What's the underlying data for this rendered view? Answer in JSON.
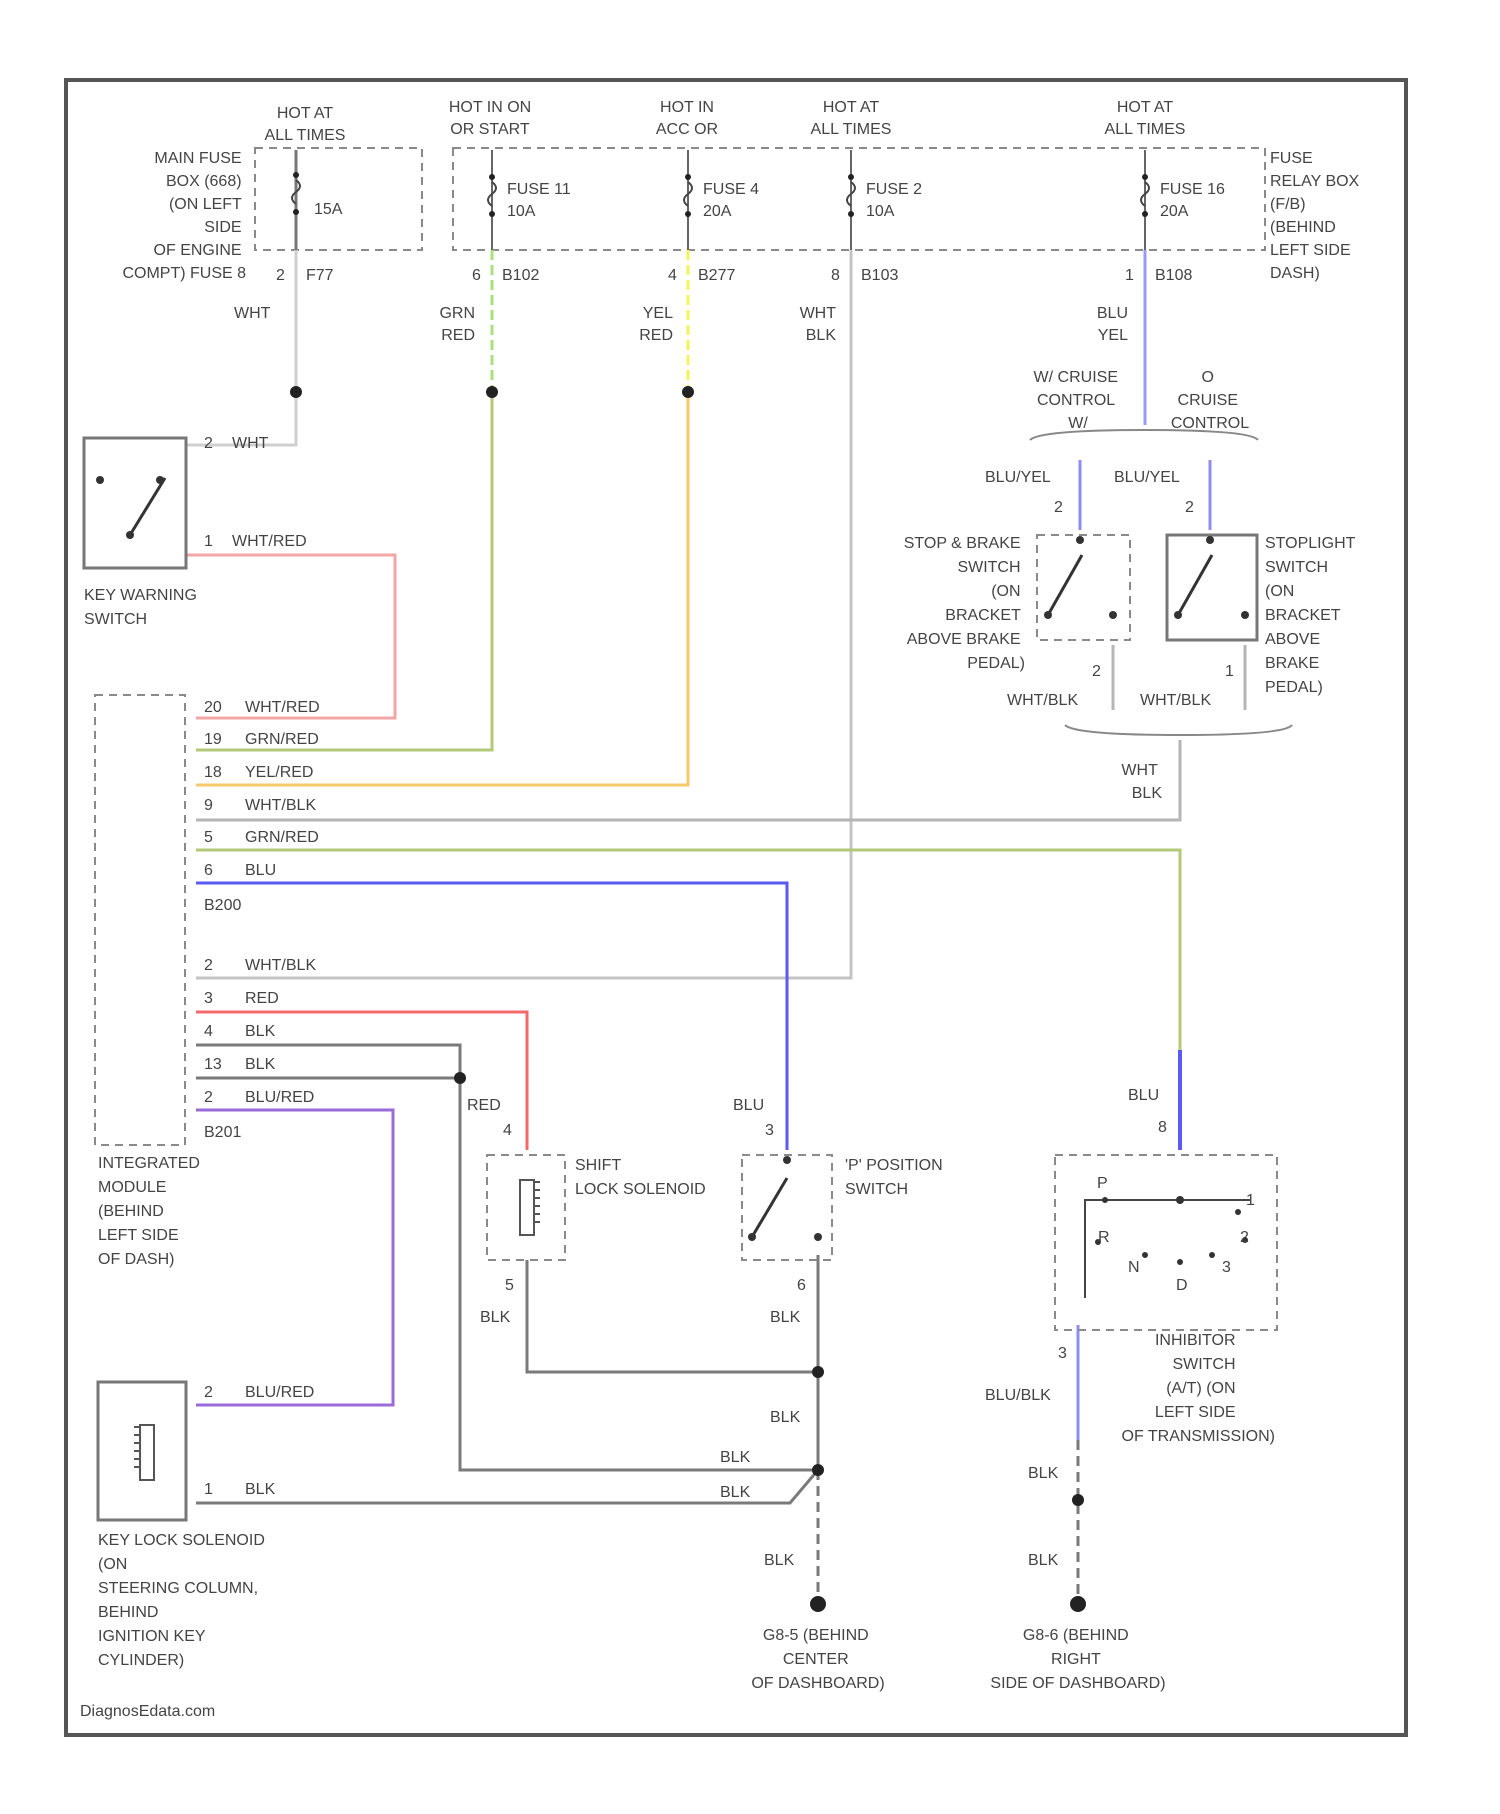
{
  "fuse_box": {
    "sources": [
      {
        "state": [
          "HOT AT",
          "ALL TIMES"
        ]
      },
      {
        "state": [
          "HOT IN ON",
          "OR START"
        ]
      },
      {
        "state": [
          "HOT IN",
          "ACC OR"
        ]
      },
      {
        "state": [
          "HOT AT",
          "ALL TIMES"
        ]
      },
      {
        "state": [
          "HOT AT",
          "ALL TIMES"
        ]
      }
    ],
    "main_fuse_box_label": [
      "MAIN FUSE",
      "BOX (668)",
      "(ON LEFT",
      "SIDE",
      "OF ENGINE",
      "COMPT) FUSE 8"
    ],
    "fuse_relay_box_label": [
      "FUSE",
      "RELAY BOX",
      "(F/B)",
      "(BEHIND",
      "LEFT SIDE",
      "DASH)"
    ],
    "fuses": [
      {
        "name": "",
        "rating": "15A",
        "pin": "2",
        "connector": "F77"
      },
      {
        "name": "FUSE 11",
        "rating": "10A",
        "pin": "6",
        "connector": "B102"
      },
      {
        "name": "FUSE 4",
        "rating": "20A",
        "pin": "4",
        "connector": "B277"
      },
      {
        "name": "FUSE 2",
        "rating": "10A",
        "pin": "8",
        "connector": "B103"
      },
      {
        "name": "FUSE 16",
        "rating": "20A",
        "pin": "1",
        "connector": "B108"
      }
    ]
  },
  "wire_colors": {
    "whitered": "#f4a6a6",
    "grnred": "#b3c977",
    "yelred": "#f7c86a",
    "whtblk": "#b5b5b5",
    "blu": "#5a5af2",
    "red": "#f26a6a",
    "blured": "#9a6ad8",
    "bluyel": "#8d8df0",
    "blk": "#7a7a7a",
    "bluyel_top": "#9a9af5"
  },
  "wires_top": [
    {
      "label": [
        "WHT"
      ]
    },
    {
      "label": [
        "GRN",
        "RED"
      ]
    },
    {
      "label": [
        "YEL",
        "RED"
      ]
    },
    {
      "label": [
        "WHT",
        "BLK"
      ]
    },
    {
      "label": [
        "BLU",
        "YEL"
      ]
    }
  ],
  "cruise": {
    "with_label": [
      "W/ CRUISE",
      "CONTROL",
      "W/"
    ],
    "without_label": [
      "O",
      "CRUISE",
      "CONTROL"
    ],
    "wire_left": "BLU/YEL",
    "wire_right": "BLU/YEL",
    "pin_left": "2",
    "pin_right": "2",
    "stop_brake_switch": [
      "STOP & BRAKE",
      "SWITCH",
      "(ON",
      "BRACKET",
      "ABOVE BRAKE",
      "PEDAL)"
    ],
    "stoplight_switch": [
      "STOPLIGHT",
      "SWITCH",
      "(ON",
      "BRACKET",
      "ABOVE",
      "BRAKE",
      "PEDAL)"
    ],
    "out_pin_left": "2",
    "out_pin_right": "1",
    "out_wire_left": "WHT/BLK",
    "out_wire_right": "WHT/BLK",
    "merge_wire": [
      "WHT",
      "BLK"
    ]
  },
  "key_warning": {
    "label": [
      "KEY WARNING",
      "SWITCH"
    ],
    "pin2": "2",
    "pin2_wire": "WHT",
    "pin1": "1",
    "pin1_wire": "WHT/RED"
  },
  "module": {
    "label": [
      "INTEGRATED",
      "MODULE",
      "(BEHIND",
      "LEFT SIDE",
      "OF DASH)"
    ],
    "connector_top": "B200",
    "connector_bottom": "B201",
    "pins_top": [
      {
        "pin": "20",
        "wire": "WHT/RED"
      },
      {
        "pin": "19",
        "wire": "GRN/RED"
      },
      {
        "pin": "18",
        "wire": "YEL/RED"
      },
      {
        "pin": "9",
        "wire": "WHT/BLK"
      },
      {
        "pin": "5",
        "wire": "GRN/RED"
      },
      {
        "pin": "6",
        "wire": "BLU"
      }
    ],
    "pins_bottom": [
      {
        "pin": "2",
        "wire": "WHT/BLK"
      },
      {
        "pin": "3",
        "wire": "RED"
      },
      {
        "pin": "4",
        "wire": "BLK"
      },
      {
        "pin": "13",
        "wire": "BLK"
      },
      {
        "pin": "2",
        "wire": "BLU/RED"
      }
    ]
  },
  "shift_lock": {
    "label": [
      "SHIFT",
      "LOCK SOLENOID"
    ],
    "in_wire": "RED",
    "in_pin": "4",
    "out_pin": "5",
    "out_wire": "BLK"
  },
  "p_switch": {
    "label": [
      "'P' POSITION",
      "SWITCH"
    ],
    "in_wire": "BLU",
    "in_pin": "3",
    "out_pin": "6",
    "out_wire": "BLK"
  },
  "inhibitor": {
    "label": [
      "INHIBITOR",
      "SWITCH",
      "(A/T) (ON",
      "LEFT SIDE",
      "OF TRANSMISSION)"
    ],
    "in_wire": "BLU",
    "in_pin": "8",
    "out_pin": "3",
    "out_wire": "BLU/BLK",
    "positions": [
      "P",
      "R",
      "N",
      "D",
      "3",
      "2",
      "1"
    ],
    "ground_wire_1": "BLK",
    "ground_wire_2": "BLK"
  },
  "key_lock": {
    "label": [
      "KEY LOCK SOLENOID",
      "(ON",
      "STEERING COLUMN,",
      "BEHIND",
      "IGNITION KEY",
      "CYLINDER)"
    ],
    "pin2": "2",
    "pin2_wire": "BLU/RED",
    "pin1": "1",
    "pin1_wire": "BLK"
  },
  "grounds": {
    "g8_5": [
      "G8-5 (BEHIND",
      "CENTER",
      "OF DASHBOARD)"
    ],
    "g8_6": [
      "G8-6 (BEHIND",
      "RIGHT",
      "SIDE OF DASHBOARD)"
    ],
    "mid_wire_1": "BLK",
    "mid_wire_2": "BLK",
    "mid_wire_3": "BLK",
    "mid_wire_4": "BLK"
  },
  "watermark": "DiagnosEdata.com"
}
